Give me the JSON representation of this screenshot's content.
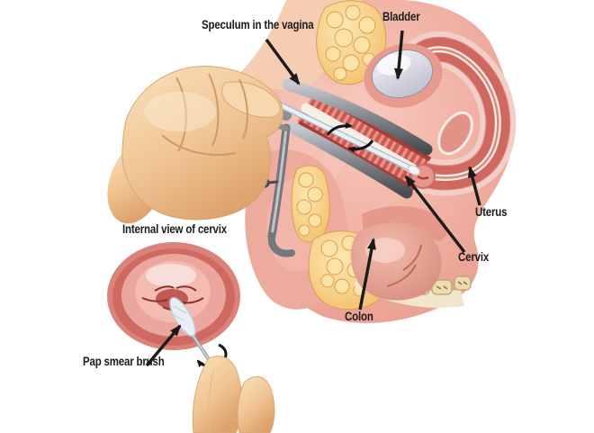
{
  "figure": {
    "type": "medical-illustration",
    "subject": "Pap smear procedure with speculum and internal view of cervix",
    "annotations": {
      "speculum": "Speculum in the vagina",
      "bladder": "Bladder",
      "uterus": "Uterus",
      "cervix": "Cervix",
      "colon": "Colon",
      "internal_view": "Internal view of cervix",
      "pap_brush": "Pap smear brush"
    },
    "colors": {
      "background": "#ffffff",
      "annotation_text": "#1b1b1b",
      "arrow": "#1b1b1b",
      "body_pink": "#efb2a5",
      "mucosa_red": "#c4564e",
      "fat_yellow": "#f6c97c",
      "speculum_grey": "#8e8f94",
      "bladder_grey": "#d9dae3",
      "bone_cream": "#eddfbc",
      "skin_tone": "#f2cb9e",
      "brush_white": "#eaf0f4"
    }
  }
}
